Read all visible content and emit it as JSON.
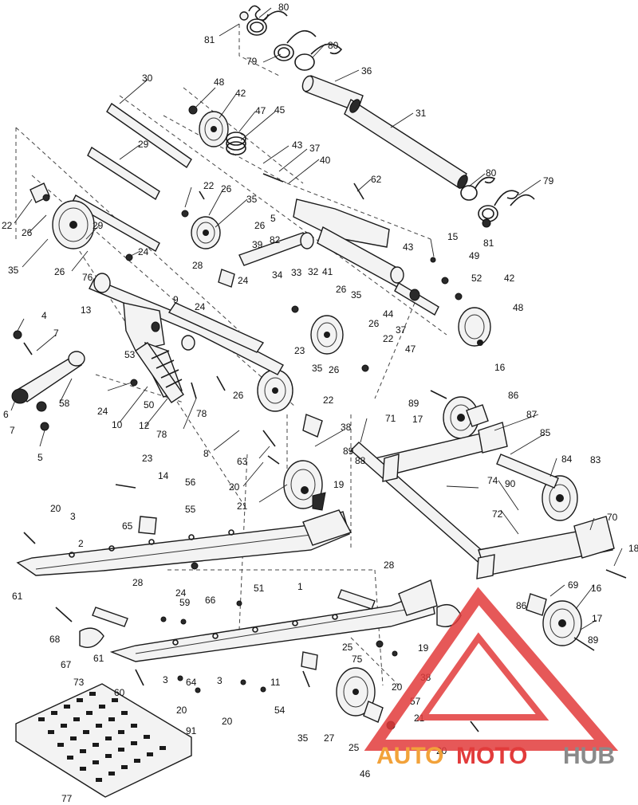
{
  "callouts": [
    {
      "id": "c1",
      "text": "80"
    },
    {
      "id": "c2",
      "text": "81"
    },
    {
      "id": "c3",
      "text": "80"
    },
    {
      "id": "c4",
      "text": "79"
    },
    {
      "id": "c5",
      "text": "36"
    },
    {
      "id": "c6",
      "text": "30"
    },
    {
      "id": "c7",
      "text": "48"
    },
    {
      "id": "c8",
      "text": "42"
    },
    {
      "id": "c9",
      "text": "47"
    },
    {
      "id": "c10",
      "text": "45"
    },
    {
      "id": "c11",
      "text": "31"
    },
    {
      "id": "c12",
      "text": "29"
    },
    {
      "id": "c13",
      "text": "43"
    },
    {
      "id": "c14",
      "text": "37"
    },
    {
      "id": "c15",
      "text": "40"
    },
    {
      "id": "c16",
      "text": "80"
    },
    {
      "id": "c17",
      "text": "79"
    },
    {
      "id": "c18",
      "text": "22"
    },
    {
      "id": "c19",
      "text": "26"
    },
    {
      "id": "c20",
      "text": "62"
    },
    {
      "id": "c21",
      "text": "22"
    },
    {
      "id": "c22",
      "text": "26"
    },
    {
      "id": "c23",
      "text": "35"
    },
    {
      "id": "c24",
      "text": "26"
    },
    {
      "id": "c25",
      "text": "29"
    },
    {
      "id": "c26",
      "text": "5"
    },
    {
      "id": "c27",
      "text": "82"
    },
    {
      "id": "c28",
      "text": "35"
    },
    {
      "id": "c29",
      "text": "26"
    },
    {
      "id": "c30",
      "text": "24"
    },
    {
      "id": "c31",
      "text": "28"
    },
    {
      "id": "c32",
      "text": "39"
    },
    {
      "id": "c33",
      "text": "81"
    },
    {
      "id": "c34",
      "text": "15"
    },
    {
      "id": "c35",
      "text": "43"
    },
    {
      "id": "c36",
      "text": "49"
    },
    {
      "id": "c37",
      "text": "76"
    },
    {
      "id": "c38",
      "text": "24"
    },
    {
      "id": "c39",
      "text": "34"
    },
    {
      "id": "c40",
      "text": "33"
    },
    {
      "id": "c41",
      "text": "32"
    },
    {
      "id": "c42",
      "text": "41"
    },
    {
      "id": "c43",
      "text": "52"
    },
    {
      "id": "c44",
      "text": "42"
    },
    {
      "id": "c45",
      "text": "13"
    },
    {
      "id": "c46",
      "text": "9"
    },
    {
      "id": "c47",
      "text": "24"
    },
    {
      "id": "c48",
      "text": "26"
    },
    {
      "id": "c49",
      "text": "35"
    },
    {
      "id": "c50",
      "text": "44"
    },
    {
      "id": "c51",
      "text": "48"
    },
    {
      "id": "c52",
      "text": "4"
    },
    {
      "id": "c53",
      "text": "26"
    },
    {
      "id": "c54",
      "text": "37"
    },
    {
      "id": "c55",
      "text": "7"
    },
    {
      "id": "c56",
      "text": "53"
    },
    {
      "id": "c57",
      "text": "22"
    },
    {
      "id": "c58",
      "text": "47"
    },
    {
      "id": "c59",
      "text": "23"
    },
    {
      "id": "c60",
      "text": "26"
    },
    {
      "id": "c61",
      "text": "16"
    },
    {
      "id": "c62",
      "text": "35"
    },
    {
      "id": "c63",
      "text": "6"
    },
    {
      "id": "c64",
      "text": "58"
    },
    {
      "id": "c65",
      "text": "24"
    },
    {
      "id": "c66",
      "text": "50"
    },
    {
      "id": "c67",
      "text": "89"
    },
    {
      "id": "c68",
      "text": "26"
    },
    {
      "id": "c69",
      "text": "22"
    },
    {
      "id": "c70",
      "text": "86"
    },
    {
      "id": "c71",
      "text": "7"
    },
    {
      "id": "c72",
      "text": "10"
    },
    {
      "id": "c73",
      "text": "12"
    },
    {
      "id": "c74",
      "text": "78"
    },
    {
      "id": "c75",
      "text": "17"
    },
    {
      "id": "c76",
      "text": "87"
    },
    {
      "id": "c77",
      "text": "5"
    },
    {
      "id": "c78",
      "text": "78"
    },
    {
      "id": "c79",
      "text": "71"
    },
    {
      "id": "c80",
      "text": "85"
    },
    {
      "id": "c81",
      "text": "8"
    },
    {
      "id": "c82",
      "text": "38"
    },
    {
      "id": "c83",
      "text": "63"
    },
    {
      "id": "c84",
      "text": "89"
    },
    {
      "id": "c85",
      "text": "84"
    },
    {
      "id": "c86",
      "text": "83"
    },
    {
      "id": "c87",
      "text": "88"
    },
    {
      "id": "c88",
      "text": "20"
    },
    {
      "id": "c89",
      "text": "23"
    },
    {
      "id": "c90",
      "text": "14"
    },
    {
      "id": "c91",
      "text": "74"
    },
    {
      "id": "c92",
      "text": "90"
    },
    {
      "id": "c93",
      "text": "19"
    },
    {
      "id": "c94",
      "text": "21"
    },
    {
      "id": "c95",
      "text": "56"
    },
    {
      "id": "c96",
      "text": "72"
    },
    {
      "id": "c97",
      "text": "20"
    },
    {
      "id": "c98",
      "text": "3"
    },
    {
      "id": "c99",
      "text": "55"
    },
    {
      "id": "c100",
      "text": "70"
    },
    {
      "id": "c101",
      "text": "65"
    },
    {
      "id": "c102",
      "text": "2"
    },
    {
      "id": "c103",
      "text": "18"
    },
    {
      "id": "c104",
      "text": "61"
    },
    {
      "id": "c105",
      "text": "28"
    },
    {
      "id": "c106",
      "text": "24"
    },
    {
      "id": "c107",
      "text": "28"
    },
    {
      "id": "c108",
      "text": "51"
    },
    {
      "id": "c109",
      "text": "1"
    },
    {
      "id": "c110",
      "text": "69"
    },
    {
      "id": "c111",
      "text": "16"
    },
    {
      "id": "c112",
      "text": "59"
    },
    {
      "id": "c113",
      "text": "66"
    },
    {
      "id": "c114",
      "text": "86"
    },
    {
      "id": "c115",
      "text": "17"
    },
    {
      "id": "c116",
      "text": "68"
    },
    {
      "id": "c117",
      "text": "89"
    },
    {
      "id": "c118",
      "text": "67"
    },
    {
      "id": "c119",
      "text": "19"
    },
    {
      "id": "c120",
      "text": "61"
    },
    {
      "id": "c121",
      "text": "25"
    },
    {
      "id": "c122",
      "text": "75"
    },
    {
      "id": "c123",
      "text": "11"
    },
    {
      "id": "c124",
      "text": "38"
    },
    {
      "id": "c125",
      "text": "73"
    },
    {
      "id": "c126",
      "text": "60"
    },
    {
      "id": "c127",
      "text": "3"
    },
    {
      "id": "c128",
      "text": "64"
    },
    {
      "id": "c129",
      "text": "20"
    },
    {
      "id": "c130",
      "text": "3"
    },
    {
      "id": "c131",
      "text": "20"
    },
    {
      "id": "c132",
      "text": "54"
    },
    {
      "id": "c133",
      "text": "57"
    },
    {
      "id": "c134",
      "text": "21"
    },
    {
      "id": "c135",
      "text": "20"
    },
    {
      "id": "c136",
      "text": "91"
    },
    {
      "id": "c137",
      "text": "35"
    },
    {
      "id": "c138",
      "text": "27"
    },
    {
      "id": "c139",
      "text": "25"
    },
    {
      "id": "c140",
      "text": "20"
    },
    {
      "id": "c141",
      "text": "46"
    },
    {
      "id": "c142",
      "text": "77"
    }
  ],
  "watermark": {
    "text_auto": "AUTO",
    "text_moto": "MOTO",
    "text_hub": "HUB",
    "color_red": "#e23b3b",
    "color_orange": "#f2a23a",
    "color_gray": "#8a8a8a"
  },
  "colors": {
    "ink": "#1a1a1a",
    "paper": "#ffffff"
  }
}
